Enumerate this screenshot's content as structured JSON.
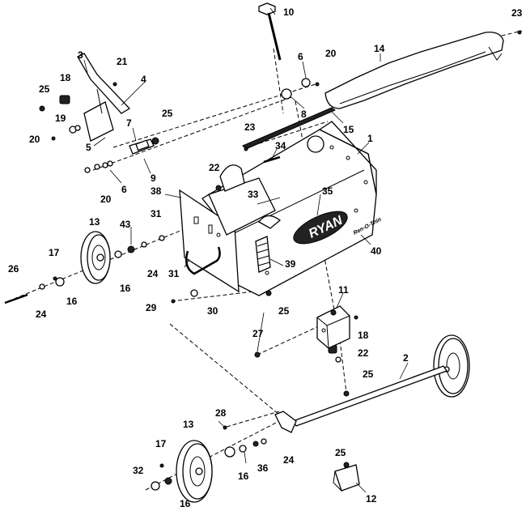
{
  "diagram": {
    "logo_text": "RYAN",
    "decal_text": "Ren-O-Thin",
    "callouts": [
      {
        "id": "c1",
        "label": "1"
      },
      {
        "id": "c2",
        "label": "2"
      },
      {
        "id": "c3",
        "label": "3"
      },
      {
        "id": "c4",
        "label": "4"
      },
      {
        "id": "c5",
        "label": "5"
      },
      {
        "id": "c6a",
        "label": "6"
      },
      {
        "id": "c6b",
        "label": "6"
      },
      {
        "id": "c7",
        "label": "7"
      },
      {
        "id": "c8",
        "label": "8"
      },
      {
        "id": "c9",
        "label": "9"
      },
      {
        "id": "c10",
        "label": "10"
      },
      {
        "id": "c11",
        "label": "11"
      },
      {
        "id": "c12",
        "label": "12"
      },
      {
        "id": "c13a",
        "label": "13"
      },
      {
        "id": "c13b",
        "label": "13"
      },
      {
        "id": "c14",
        "label": "14"
      },
      {
        "id": "c15",
        "label": "15"
      },
      {
        "id": "c16a",
        "label": "16"
      },
      {
        "id": "c16b",
        "label": "16"
      },
      {
        "id": "c16c",
        "label": "16"
      },
      {
        "id": "c16d",
        "label": "16"
      },
      {
        "id": "c17a",
        "label": "17"
      },
      {
        "id": "c17b",
        "label": "17"
      },
      {
        "id": "c18a",
        "label": "18"
      },
      {
        "id": "c18b",
        "label": "18"
      },
      {
        "id": "c19",
        "label": "19"
      },
      {
        "id": "c20a",
        "label": "20"
      },
      {
        "id": "c20b",
        "label": "20"
      },
      {
        "id": "c20c",
        "label": "20"
      },
      {
        "id": "c21",
        "label": "21"
      },
      {
        "id": "c22a",
        "label": "22"
      },
      {
        "id": "c22b",
        "label": "22"
      },
      {
        "id": "c23a",
        "label": "23"
      },
      {
        "id": "c23b",
        "label": "23"
      },
      {
        "id": "c24a",
        "label": "24"
      },
      {
        "id": "c24b",
        "label": "24"
      },
      {
        "id": "c24c",
        "label": "24"
      },
      {
        "id": "c25a",
        "label": "25"
      },
      {
        "id": "c25b",
        "label": "25"
      },
      {
        "id": "c25c",
        "label": "25"
      },
      {
        "id": "c25d",
        "label": "25"
      },
      {
        "id": "c25e",
        "label": "25"
      },
      {
        "id": "c26",
        "label": "26"
      },
      {
        "id": "c27",
        "label": "27"
      },
      {
        "id": "c28",
        "label": "28"
      },
      {
        "id": "c29",
        "label": "29"
      },
      {
        "id": "c30",
        "label": "30"
      },
      {
        "id": "c31a",
        "label": "31"
      },
      {
        "id": "c31b",
        "label": "31"
      },
      {
        "id": "c32",
        "label": "32"
      },
      {
        "id": "c33",
        "label": "33"
      },
      {
        "id": "c34",
        "label": "34"
      },
      {
        "id": "c35",
        "label": "35"
      },
      {
        "id": "c36",
        "label": "36"
      },
      {
        "id": "c38",
        "label": "38"
      },
      {
        "id": "c39",
        "label": "39"
      },
      {
        "id": "c40",
        "label": "40"
      },
      {
        "id": "c43",
        "label": "43"
      }
    ]
  }
}
